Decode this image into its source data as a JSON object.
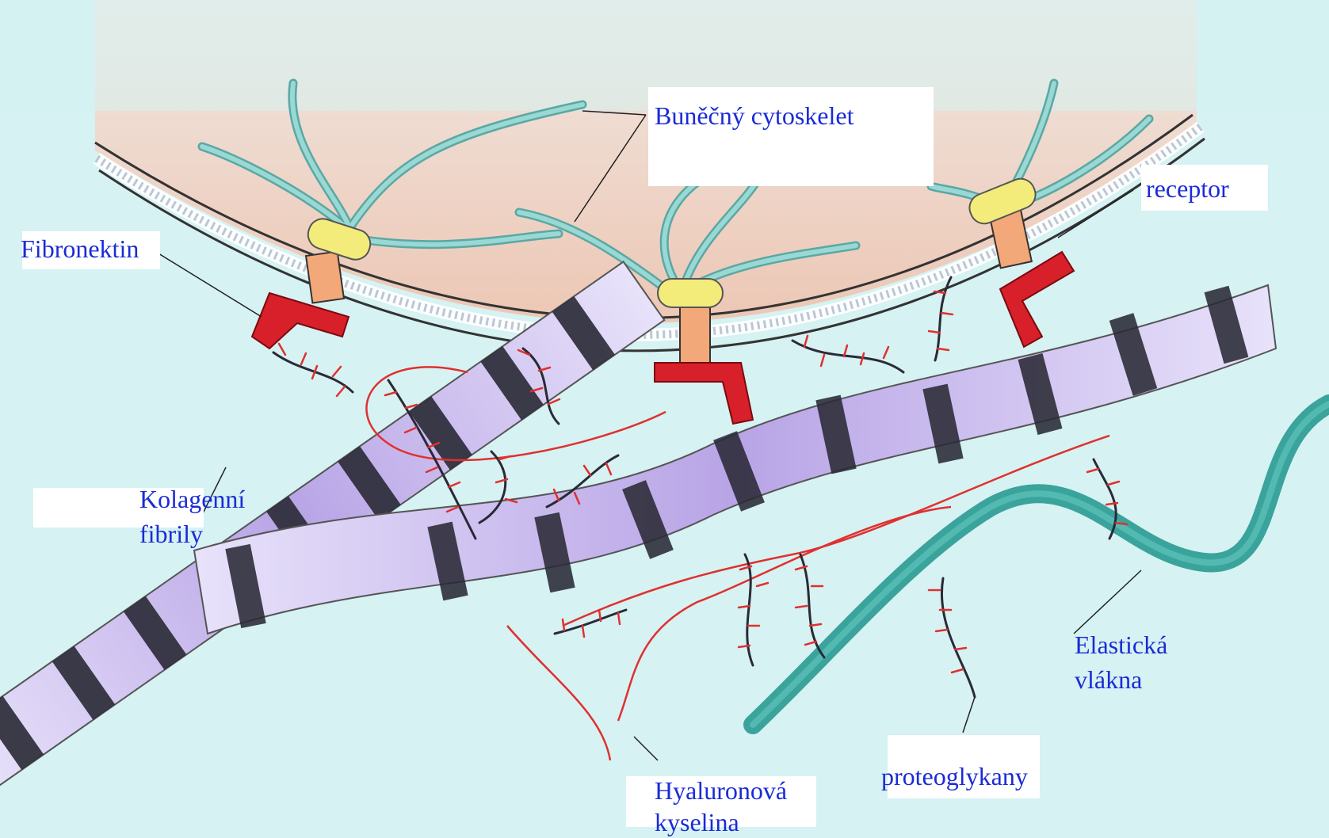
{
  "labels": {
    "cytoskeleton": "Buněčný cytoskelet",
    "receptor": "receptor",
    "fibronectin": "Fibronektin",
    "collagen_line1": "Kolagenní",
    "collagen_line2": "fibrily",
    "elastic_line1": "Elastická",
    "elastic_line2": "vlákna",
    "proteoglycans": "proteoglykany",
    "hyaluronic_line1": "Hyaluronová",
    "hyaluronic_line2": "kyselina"
  },
  "colors": {
    "background": "#d6f2f2",
    "label_text": "#1a2bd6",
    "cytoplasm": "#f6c0a8",
    "cytoskeleton": "#78c4c0",
    "receptor_top": "#f3ec7a",
    "receptor_stem": "#f2a878",
    "fibronectin": "#d8202a",
    "collagen_band": "#c8b8ec",
    "collagen_stripe": "#2a2a36",
    "elastic_fiber": "#3aa39c",
    "hyaluronic_acid": "#e03030"
  }
}
